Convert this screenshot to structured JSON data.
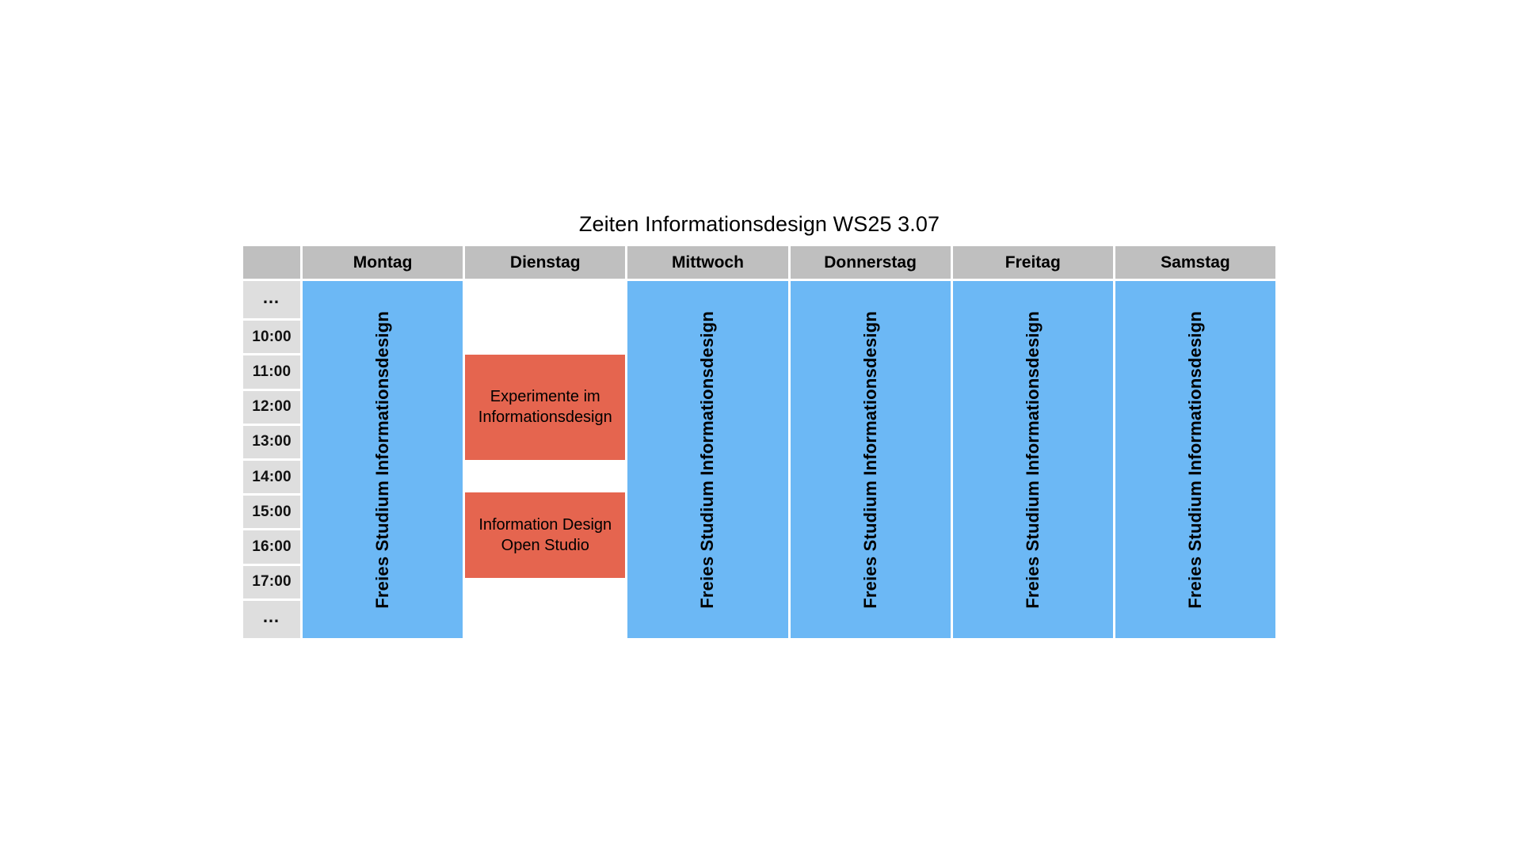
{
  "title": "Zeiten Informationsdesign WS25 3.07",
  "colors": {
    "header_gray": "#bfbfbf",
    "time_gray": "#dedede",
    "free_blue": "#6cb8f5",
    "course_salmon": "#e5654f",
    "page_background": "#ffffff",
    "text": "#000000"
  },
  "header": {
    "corner_label": "",
    "days": [
      {
        "label": "Montag"
      },
      {
        "label": "Dienstag"
      },
      {
        "label": "Mittwoch"
      },
      {
        "label": "Donnerstag"
      },
      {
        "label": "Freitag"
      },
      {
        "label": "Samstag"
      }
    ]
  },
  "time_slots": [
    {
      "label": "…"
    },
    {
      "label": "10:00"
    },
    {
      "label": "11:00"
    },
    {
      "label": "12:00"
    },
    {
      "label": "13:00"
    },
    {
      "label": "14:00"
    },
    {
      "label": "15:00"
    },
    {
      "label": "16:00"
    },
    {
      "label": "17:00"
    },
    {
      "label": "…"
    }
  ],
  "columns": [
    {
      "day": "Montag",
      "free_study": {
        "label": "Freies Studium Informationsdesign",
        "color": "#6cb8f5"
      },
      "courses": []
    },
    {
      "day": "Dienstag",
      "free_study": null,
      "courses": [
        {
          "title_line1": "Experimente im",
          "title_line2": "Informationsdesign",
          "color": "#e5654f",
          "top_pct": 20.6,
          "height_pct": 29.5
        },
        {
          "title_line1": "Information Design",
          "title_line2": "Open Studio",
          "color": "#e5654f",
          "top_pct": 59.2,
          "height_pct": 24.0
        }
      ]
    },
    {
      "day": "Mittwoch",
      "free_study": {
        "label": "Freies Studium Informationsdesign",
        "color": "#6cb8f5"
      },
      "courses": []
    },
    {
      "day": "Donnerstag",
      "free_study": {
        "label": "Freies Studium Informationsdesign",
        "color": "#6cb8f5"
      },
      "courses": []
    },
    {
      "day": "Freitag",
      "free_study": {
        "label": "Freies Studium Informationsdesign",
        "color": "#6cb8f5"
      },
      "courses": []
    },
    {
      "day": "Samstag",
      "free_study": {
        "label": "Freies Studium Informationsdesign",
        "color": "#6cb8f5"
      },
      "courses": []
    }
  ]
}
